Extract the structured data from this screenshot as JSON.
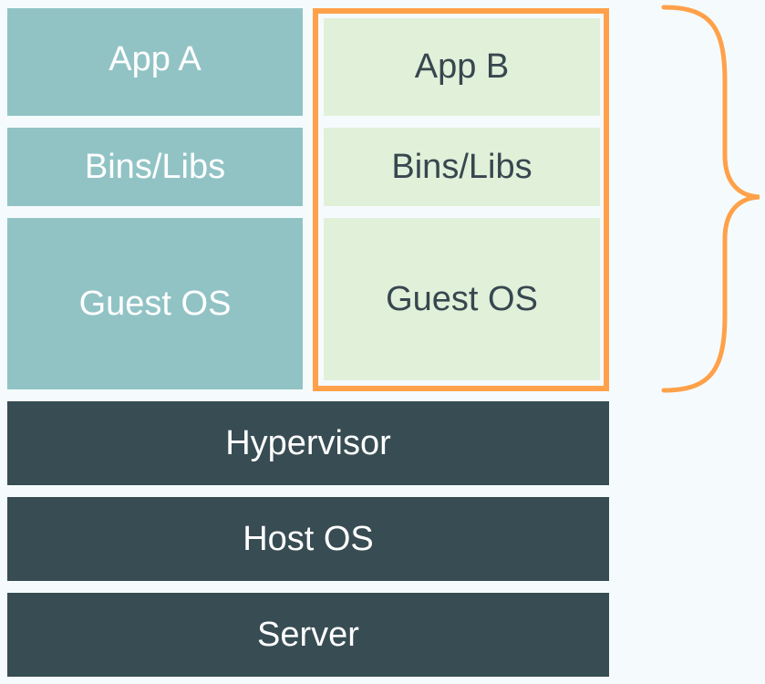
{
  "vm_a": {
    "app": "App A",
    "bins": "Bins/Libs",
    "guest_os": "Guest OS"
  },
  "vm_b": {
    "app": "App B",
    "bins": "Bins/Libs",
    "guest_os": "Guest OS"
  },
  "shared_layers": {
    "hypervisor": "Hypervisor",
    "host_os": "Host OS",
    "server": "Server"
  },
  "colors": {
    "vm_a_fill": "#91c3c5",
    "vm_b_fill": "#e1f0d9",
    "infrastructure_fill": "#374c53",
    "highlight": "#ffa14a",
    "background": "#f5fbfd"
  }
}
